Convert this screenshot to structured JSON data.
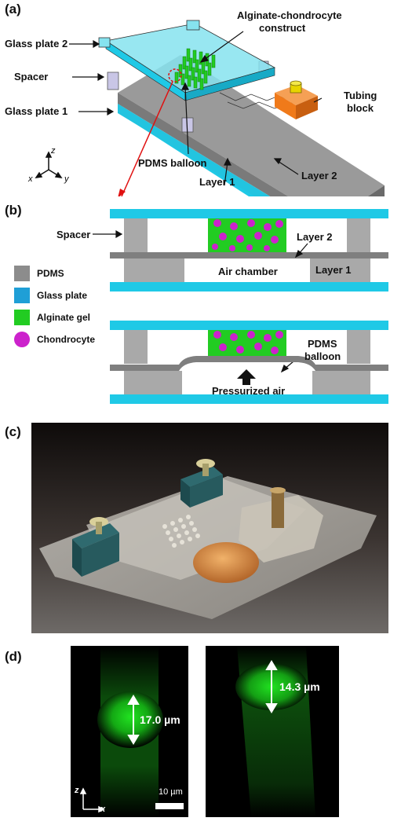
{
  "panels": {
    "a": {
      "label": "(a)",
      "glass_plate_2": "Glass plate 2",
      "spacer": "Spacer",
      "glass_plate_1": "Glass plate 1",
      "construct_line1": "Alginate-chondrocyte",
      "construct_line2": "construct",
      "tubing_line1": "Tubing",
      "tubing_line2": "block",
      "pdms_balloon": "PDMS balloon",
      "layer1": "Layer 1",
      "layer2": "Layer 2",
      "axis_z": "z",
      "axis_x": "x",
      "axis_y": "y"
    },
    "b": {
      "label": "(b)",
      "spacer": "Spacer",
      "layer2": "Layer 2",
      "layer1": "Layer 1",
      "air_chamber": "Air chamber",
      "balloon_line1": "PDMS",
      "balloon_line2": "balloon",
      "pressurized_air": "Pressurized air",
      "legend": [
        {
          "label": "PDMS",
          "color": "#8c8c8c"
        },
        {
          "label": "Glass plate",
          "color": "#1f9fd6"
        },
        {
          "label": "Alginate gel",
          "color": "#22cc22"
        },
        {
          "label": "Chondrocyte",
          "color": "#cc22cc"
        }
      ]
    },
    "c": {
      "label": "(c)"
    },
    "d": {
      "label": "(d)",
      "left_measure": "17.0 µm",
      "right_measure": "14.3 µm",
      "scalebar": "10 µm",
      "axis_z": "z",
      "axis_x": "x"
    }
  },
  "colors": {
    "glass": "#1fc9e6",
    "glass_top": "#86e3ef",
    "pdms": "#8c8c8c",
    "pdms_light": "#c8c8c8",
    "gel": "#22cc22",
    "cell": "#cc22cc",
    "tubing": "#f07a1a"
  }
}
